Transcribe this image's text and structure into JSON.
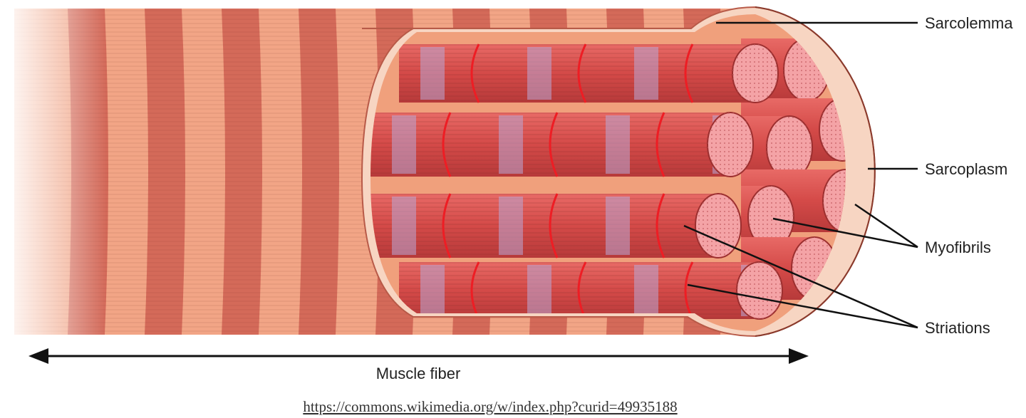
{
  "labels": {
    "sarcolemma": "Sarcolemma",
    "sarcoplasm": "Sarcoplasm",
    "myofibrils": "Myofibrils",
    "striations": "Striations",
    "muscle_fiber": "Muscle fiber"
  },
  "source_url": "https://commons.wikimedia.org/w/index.php?curid=49935188",
  "colors": {
    "fiber_light": "#f2a586",
    "fiber_band": "#c9574a",
    "sarcolemma": "#f7d5c2",
    "sarcoplasm": "#f0a07c",
    "myofibril": "#d9504f",
    "myofibril_end": "#f4a3a6",
    "striation": "#ee1d24",
    "leader": "#111111"
  }
}
